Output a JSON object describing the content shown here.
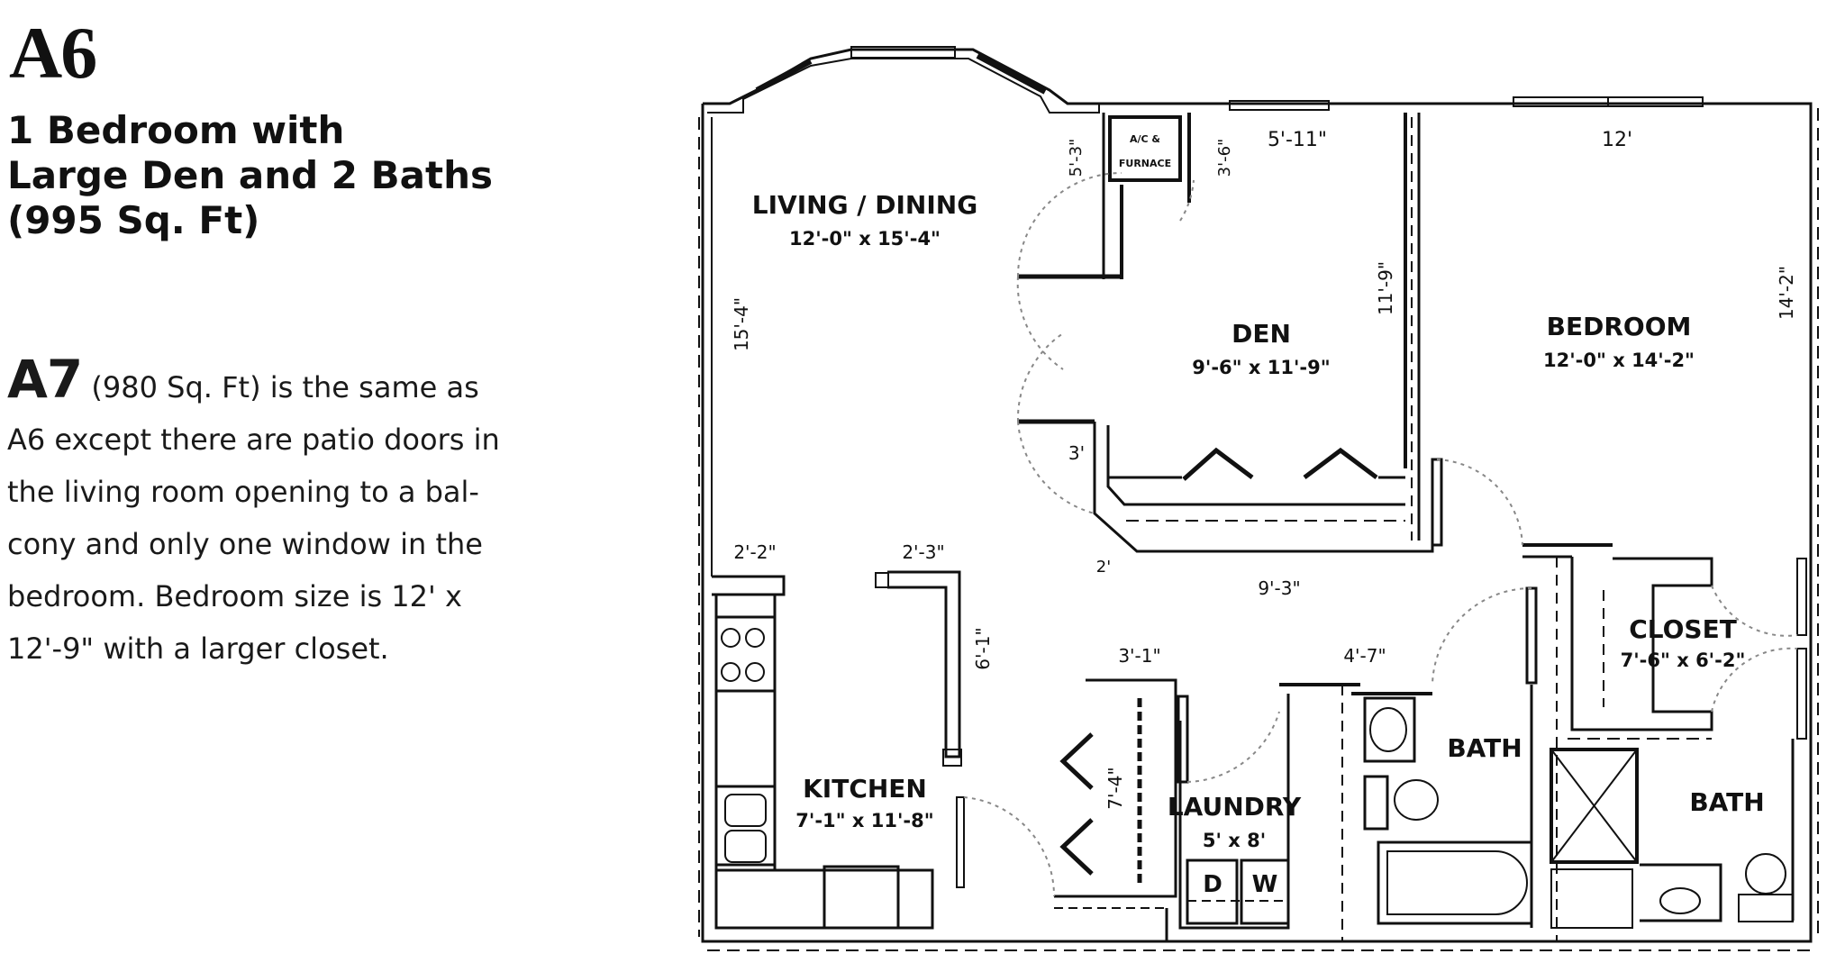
{
  "unit": {
    "code": "A6",
    "description_lines": [
      "1 Bedroom with",
      "Large Den and 2 Baths",
      "(995 Sq. Ft)"
    ]
  },
  "alternate": {
    "code": "A7",
    "lines": [
      "(980 Sq. Ft) is the same as",
      "A6 except there are patio doors in",
      "the living room opening to a bal-",
      "cony and only one window in the",
      "bedroom. Bedroom size is 12' x",
      "12'-9\" with a larger closet."
    ]
  },
  "floorplan": {
    "rooms": {
      "living": {
        "name": "LIVING / DINING",
        "size": "12'-0\" x 15'-4\""
      },
      "den": {
        "name": "DEN",
        "size": "9'-6\" x 11'-9\""
      },
      "bedroom": {
        "name": "BEDROOM",
        "size": "12'-0\" x 14'-2\""
      },
      "kitchen": {
        "name": "KITCHEN",
        "size": "7'-1\" x 11'-8\""
      },
      "laundry": {
        "name": "LAUNDRY",
        "size": "5' x 8'"
      },
      "closet": {
        "name": "CLOSET",
        "size": "7'-6\" x 6'-2\""
      },
      "bath1": {
        "name": "BATH"
      },
      "bath2": {
        "name": "BATH"
      },
      "furnace": {
        "line1": "A/C &",
        "line2": "FURNACE"
      }
    },
    "appliances": {
      "dryer": "D",
      "washer": "W"
    },
    "dimensions": {
      "living_height": "15'-4\"",
      "furnace_wall": "5'-3\"",
      "furnace_depth": "3'-6\"",
      "den_top": "5'-11\"",
      "den_height": "11'-9\"",
      "bedroom_top": "12'",
      "bedroom_height": "14'-2\"",
      "den_closet_door": "3'",
      "den_angle": "2'",
      "den_bottom": "9'-3\"",
      "kitchen_left": "2'-2\"",
      "kitchen_bar_top": "2'-3\"",
      "kitchen_bar_height": "6'-1\"",
      "hall_closet_width": "3'-1\"",
      "hall_closet_height": "7'-4\"",
      "bath_width": "4'-7\""
    }
  }
}
